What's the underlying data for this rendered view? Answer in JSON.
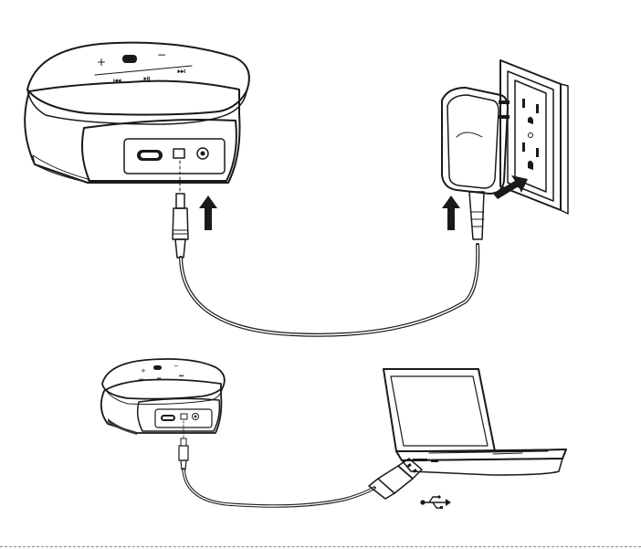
{
  "figure": {
    "panels": [
      "wall-charging",
      "usb-charging"
    ],
    "top_panel": {
      "speaker_buttons": [
        "+",
        "−",
        "⏮",
        "⏯",
        "⏭"
      ],
      "arrows": [
        "insert-into-speaker",
        "insert-into-adapter",
        "plug-into-outlet"
      ]
    },
    "bottom_panel": {
      "speaker_buttons": [
        "+",
        "−",
        "⏮",
        "⏯",
        "⏭"
      ],
      "usb_icon": "usb-icon"
    }
  },
  "colors": {
    "ink": "#1a1a1a",
    "fill_light": "#e6e6e6",
    "fill_dark": "#333333",
    "background": "#ffffff"
  }
}
